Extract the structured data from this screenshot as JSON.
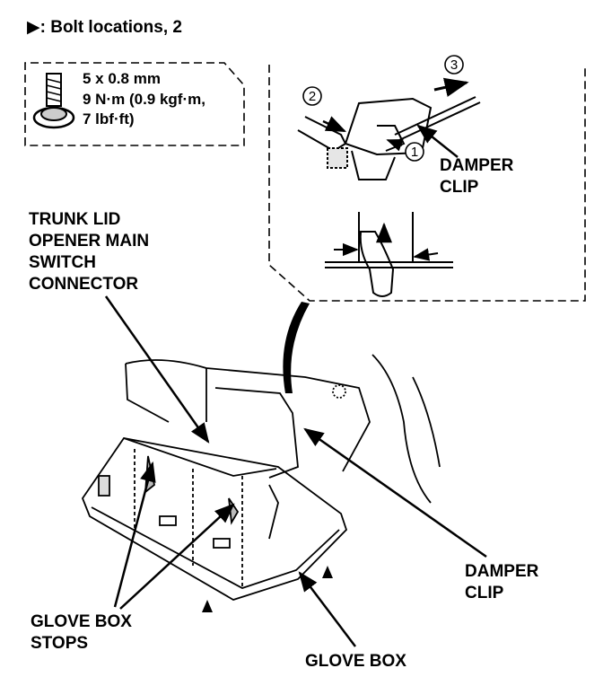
{
  "header": {
    "bolt_note": "▶: Bolt locations, 2"
  },
  "bolt_spec": {
    "size": "5 x 0.8 mm",
    "torque_line1": "9 N·m (0.9 kgf·m,",
    "torque_line2": "7 lbf·ft)"
  },
  "steps": [
    "1",
    "2",
    "3"
  ],
  "labels": {
    "damper_clip_top_line1": "DAMPER",
    "damper_clip_top_line2": "CLIP",
    "trunk_line1": "TRUNK LID",
    "trunk_line2": "OPENER MAIN",
    "trunk_line3": "SWITCH",
    "trunk_line4": "CONNECTOR",
    "damper_clip_bottom_line1": "DAMPER",
    "damper_clip_bottom_line2": "CLIP",
    "glove_box_stops_line1": "GLOVE BOX",
    "glove_box_stops_line2": "STOPS",
    "glove_box": "GLOVE BOX"
  }
}
